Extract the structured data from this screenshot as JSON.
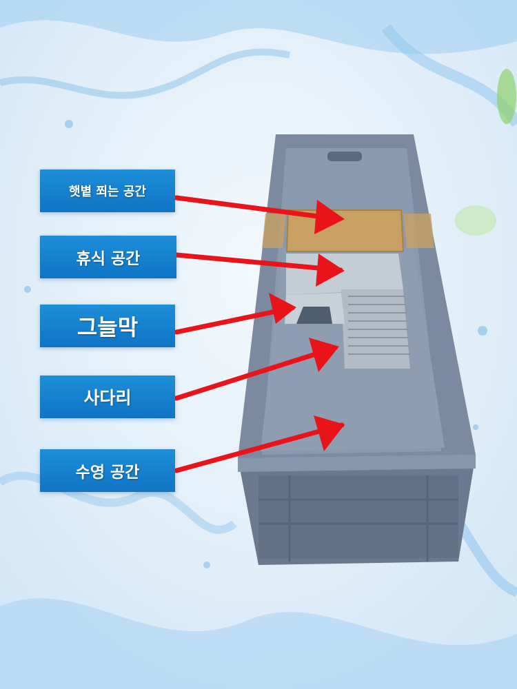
{
  "labels": [
    {
      "id": "basking",
      "text": "햇볕 쬐는 공간"
    },
    {
      "id": "rest",
      "text": "휴식 공간"
    },
    {
      "id": "shade",
      "text": "그늘막"
    },
    {
      "id": "ladder",
      "text": "사다리"
    },
    {
      "id": "swim",
      "text": "수영 공간"
    }
  ],
  "colors": {
    "label_bg": "#1380cf",
    "arrow": "#e8141a",
    "box": "#6f7f94",
    "sand": "#c9a063",
    "platform": "#b9c2cc",
    "water_bg": "#dcecf8"
  }
}
